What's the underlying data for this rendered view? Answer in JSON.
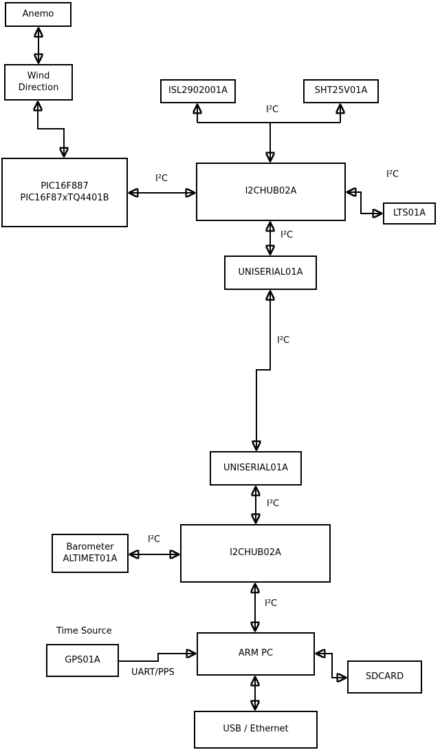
{
  "diagram": {
    "title": "sensor-bus-block-diagram",
    "nodes": {
      "anemo": {
        "label": "Anemo"
      },
      "wind": {
        "line1": "Wind",
        "line2": "Direction"
      },
      "pic": {
        "line1": "PIC16F887",
        "line2": "PIC16F87xTQ4401B"
      },
      "isl": {
        "label": "ISL2902001A"
      },
      "sht": {
        "label": "SHT25V01A"
      },
      "hub1": {
        "label": "I2CHUB02A"
      },
      "lts": {
        "label": "LTS01A"
      },
      "uniserial1": {
        "label": "UNISERIAL01A"
      },
      "uniserial2": {
        "label": "UNISERIAL01A"
      },
      "hub2": {
        "label": "I2CHUB02A"
      },
      "barometer": {
        "line1": "Barometer",
        "line2": "ALTIMET01A"
      },
      "gps": {
        "label": "GPS01A"
      },
      "armpc": {
        "label": "ARM PC"
      },
      "sdcard": {
        "label": "SDCARD"
      },
      "usb": {
        "label": "USB / Ethernet"
      }
    },
    "edge_labels": {
      "i2c": "I²C",
      "uart_pps": "UART/PPS"
    },
    "annotations": {
      "time_source": "Time Source"
    },
    "colors": {
      "line": "#000000",
      "box_border": "#000000",
      "box_fill": "#ffffff",
      "background": "#ffffff",
      "text": "#000000"
    }
  }
}
